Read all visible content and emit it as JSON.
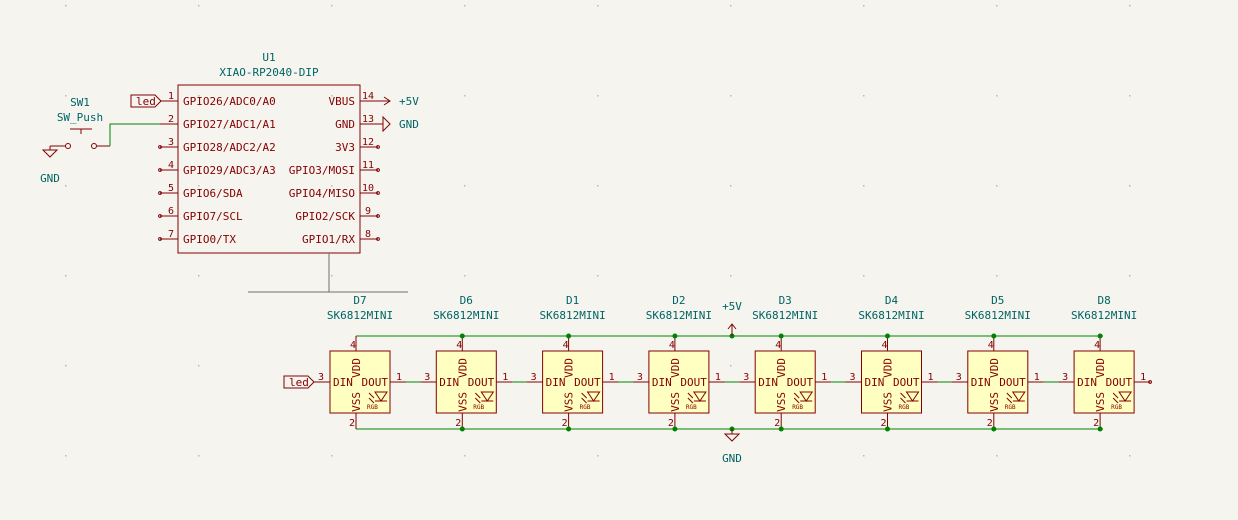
{
  "colors": {
    "background": "#f5f4ef",
    "wire": "#008400",
    "body_stroke": "#840000",
    "body_fill": "#ffffc2",
    "text_ref": "#006464",
    "pin_text": "#840000",
    "junction": "#008400"
  },
  "mcu": {
    "ref": "U1",
    "value": "XIAO-RP2040-DIP",
    "left_pins": [
      {
        "num": "1",
        "name": "GPIO26/ADC0/A0"
      },
      {
        "num": "2",
        "name": "GPIO27/ADC1/A1"
      },
      {
        "num": "3",
        "name": "GPIO28/ADC2/A2"
      },
      {
        "num": "4",
        "name": "GPIO29/ADC3/A3"
      },
      {
        "num": "5",
        "name": "GPIO6/SDA"
      },
      {
        "num": "6",
        "name": "GPIO7/SCL"
      },
      {
        "num": "7",
        "name": "GPIO0/TX"
      }
    ],
    "right_pins": [
      {
        "num": "14",
        "name": "VBUS"
      },
      {
        "num": "13",
        "name": "GND"
      },
      {
        "num": "12",
        "name": "3V3"
      },
      {
        "num": "11",
        "name": "GPIO3/MOSI"
      },
      {
        "num": "10",
        "name": "GPIO4/MISO"
      },
      {
        "num": "9",
        "name": "GPIO2/SCK"
      },
      {
        "num": "8",
        "name": "GPIO1/RX"
      }
    ]
  },
  "switch": {
    "ref": "SW1",
    "value": "SW_Push"
  },
  "power": {
    "vbus_label": "+5V",
    "gnd_label": "GND",
    "sw_gnd_label": "GND",
    "led_vdd_label": "+5V",
    "led_gnd_label": "GND"
  },
  "labels": {
    "mcu_led": "led",
    "chain_led": "led"
  },
  "leds": [
    {
      "ref": "D7",
      "value": "SK6812MINI"
    },
    {
      "ref": "D6",
      "value": "SK6812MINI"
    },
    {
      "ref": "D1",
      "value": "SK6812MINI"
    },
    {
      "ref": "D2",
      "value": "SK6812MINI"
    },
    {
      "ref": "D3",
      "value": "SK6812MINI"
    },
    {
      "ref": "D4",
      "value": "SK6812MINI"
    },
    {
      "ref": "D5",
      "value": "SK6812MINI"
    },
    {
      "ref": "D8",
      "value": "SK6812MINI"
    }
  ],
  "led_pins": {
    "din": "DIN",
    "dout": "DOUT",
    "vdd": "VDD",
    "vss": "VSS",
    "rgb": "RGB",
    "p_din": "3",
    "p_dout": "1",
    "p_vdd": "4",
    "p_vss": "2"
  }
}
